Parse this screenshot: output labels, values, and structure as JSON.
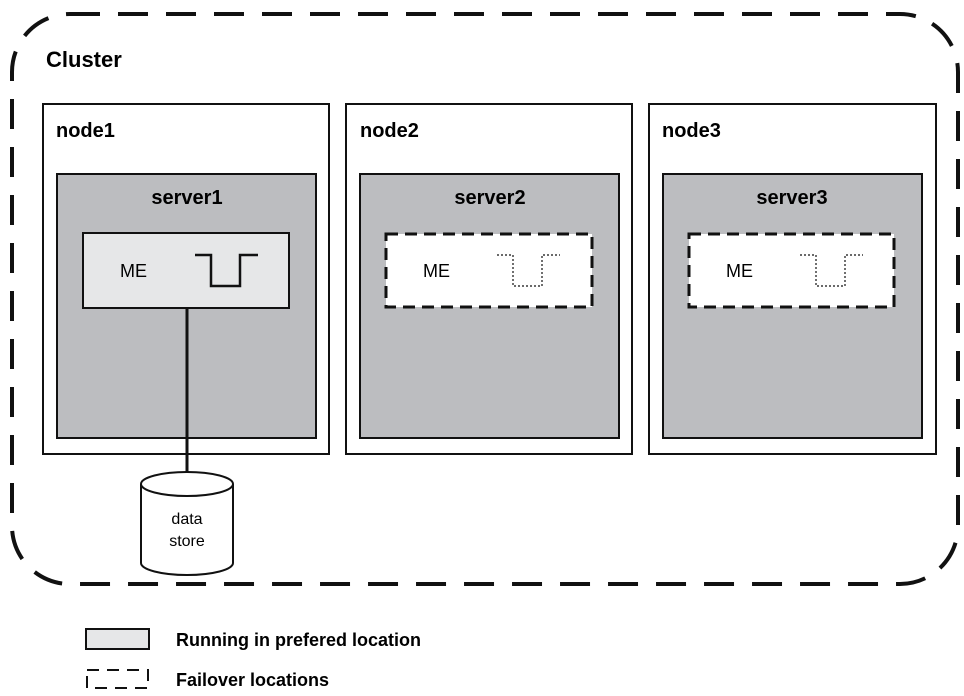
{
  "cluster": {
    "label": "Cluster",
    "nodes": [
      {
        "label": "node1",
        "server": {
          "label": "server1",
          "engine": {
            "label": "ME",
            "state": "running"
          }
        }
      },
      {
        "label": "node2",
        "server": {
          "label": "server2",
          "engine": {
            "label": "ME",
            "state": "failover"
          }
        }
      },
      {
        "label": "node3",
        "server": {
          "label": "server3",
          "engine": {
            "label": "ME",
            "state": "failover"
          }
        }
      }
    ],
    "datastore": {
      "line1": "data",
      "line2": "store"
    }
  },
  "legend": {
    "items": [
      {
        "key": "running",
        "label": "Running in prefered location"
      },
      {
        "key": "failover",
        "label": "Failover locations"
      }
    ]
  },
  "colors": {
    "server_fill": "#bcbdc0",
    "engine_running_fill": "#e6e7e8",
    "engine_failover_fill": "#ffffff",
    "stroke": "#111111"
  }
}
